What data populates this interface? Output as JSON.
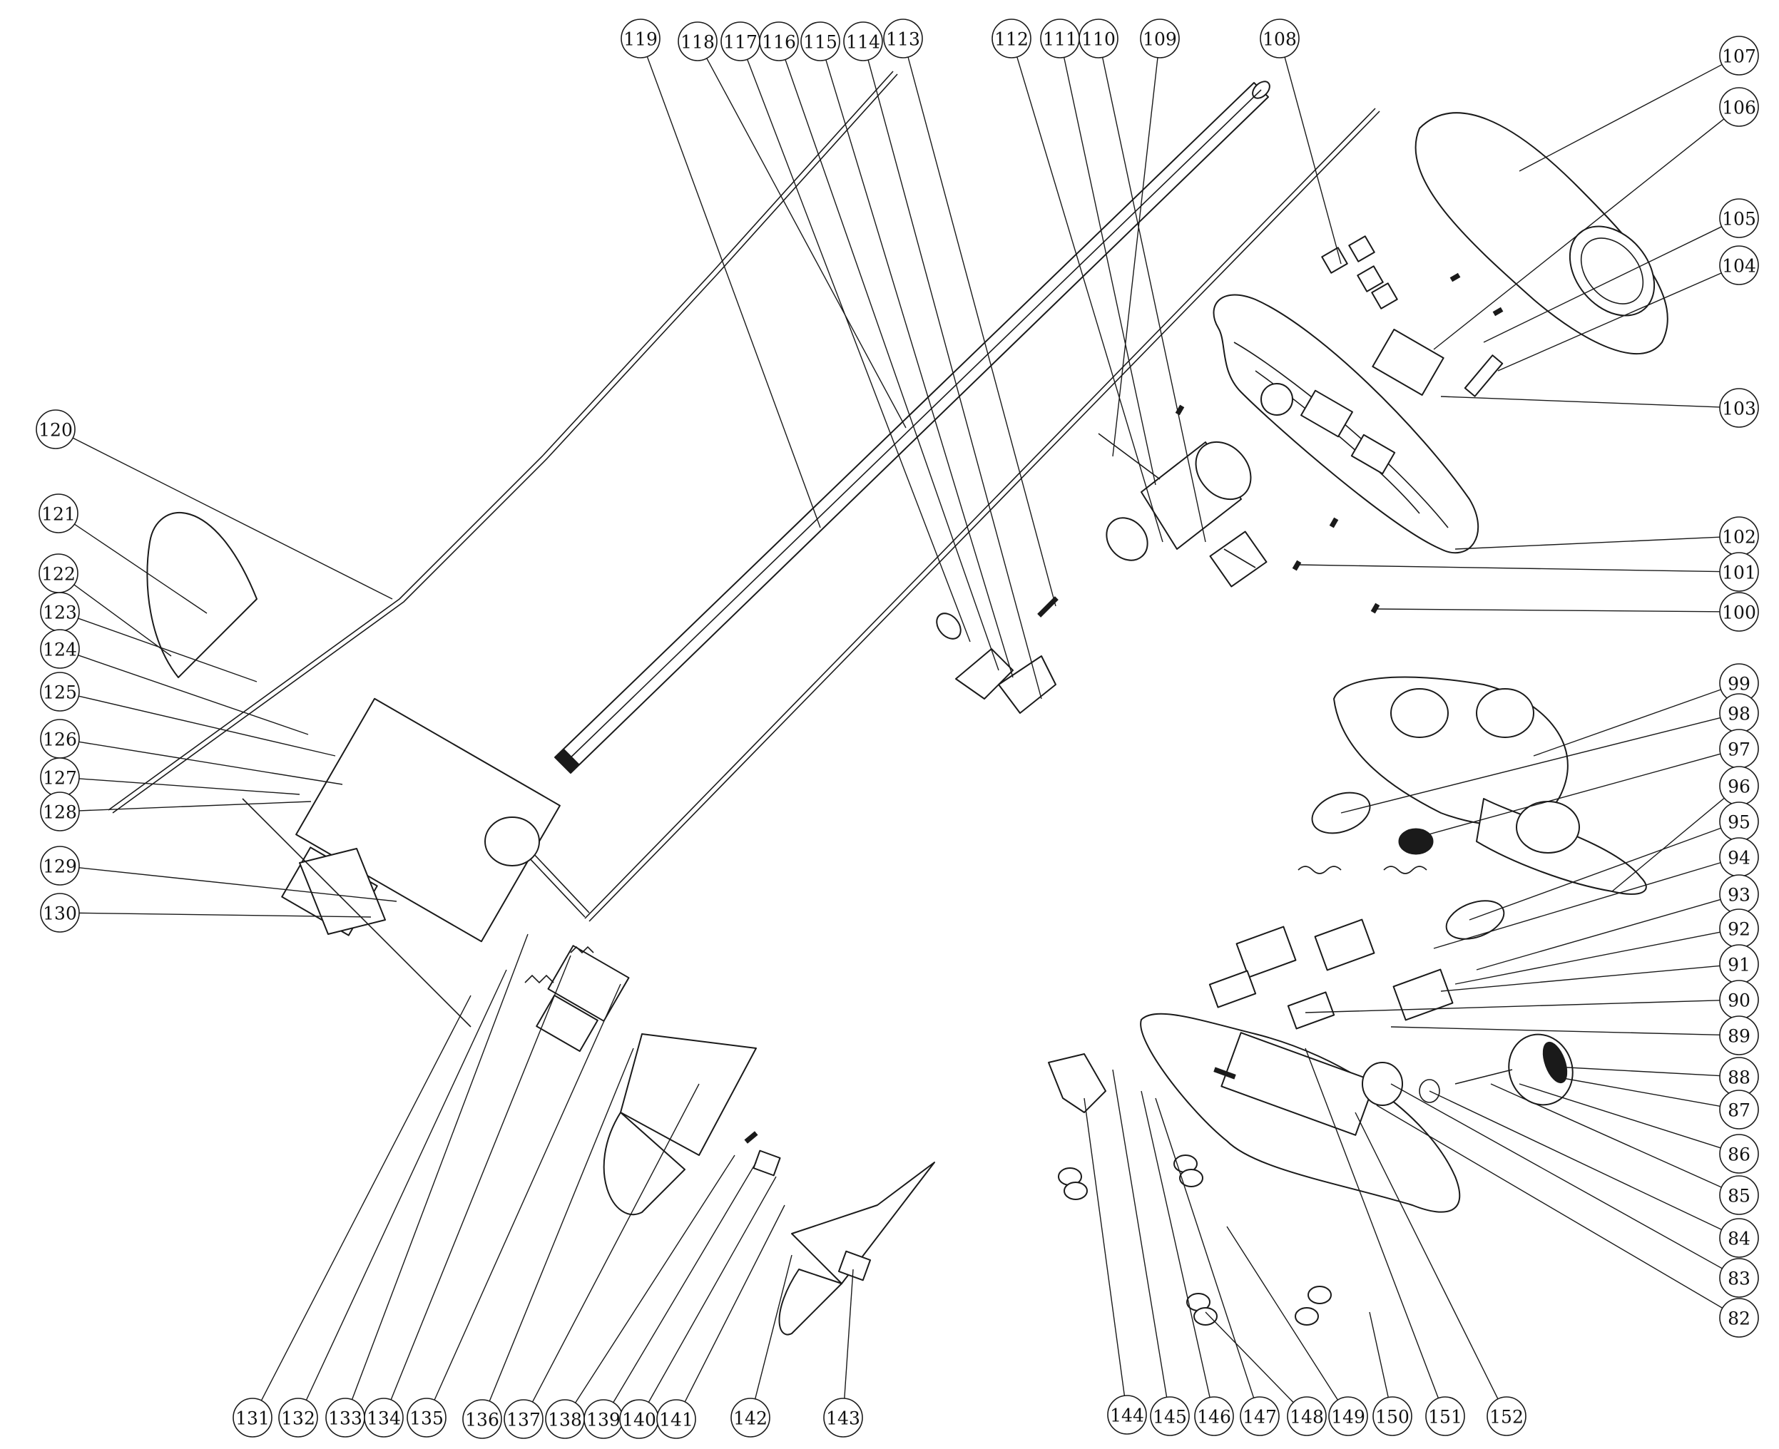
{
  "callouts": [
    {
      "label": "119"
    },
    {
      "label": "118"
    },
    {
      "label": "117"
    },
    {
      "label": "116"
    },
    {
      "label": "115"
    },
    {
      "label": "114"
    },
    {
      "label": "113"
    },
    {
      "label": "112"
    },
    {
      "label": "111"
    },
    {
      "label": "110"
    },
    {
      "label": "109"
    },
    {
      "label": "108"
    },
    {
      "label": "107"
    },
    {
      "label": "106"
    },
    {
      "label": "105"
    },
    {
      "label": "104"
    },
    {
      "label": "103"
    },
    {
      "label": "102"
    },
    {
      "label": "101"
    },
    {
      "label": "100"
    },
    {
      "label": "99"
    },
    {
      "label": "98"
    },
    {
      "label": "97"
    },
    {
      "label": "96"
    },
    {
      "label": "95"
    },
    {
      "label": "94"
    },
    {
      "label": "93"
    },
    {
      "label": "92"
    },
    {
      "label": "91"
    },
    {
      "label": "90"
    },
    {
      "label": "89"
    },
    {
      "label": "88"
    },
    {
      "label": "87"
    },
    {
      "label": "86"
    },
    {
      "label": "85"
    },
    {
      "label": "84"
    },
    {
      "label": "83"
    },
    {
      "label": "82"
    },
    {
      "label": "120"
    },
    {
      "label": "121"
    },
    {
      "label": "122"
    },
    {
      "label": "123"
    },
    {
      "label": "124"
    },
    {
      "label": "125"
    },
    {
      "label": "126"
    },
    {
      "label": "127"
    },
    {
      "label": "128"
    },
    {
      "label": "129"
    },
    {
      "label": "130"
    },
    {
      "label": "131"
    },
    {
      "label": "132"
    },
    {
      "label": "133"
    },
    {
      "label": "134"
    },
    {
      "label": "135"
    },
    {
      "label": "136"
    },
    {
      "label": "137"
    },
    {
      "label": "138"
    },
    {
      "label": "139"
    },
    {
      "label": "140"
    },
    {
      "label": "141"
    },
    {
      "label": "142"
    },
    {
      "label": "143"
    },
    {
      "label": "144"
    },
    {
      "label": "145"
    },
    {
      "label": "146"
    },
    {
      "label": "147"
    },
    {
      "label": "148"
    },
    {
      "label": "149"
    },
    {
      "label": "150"
    },
    {
      "label": "151"
    },
    {
      "label": "152"
    }
  ]
}
